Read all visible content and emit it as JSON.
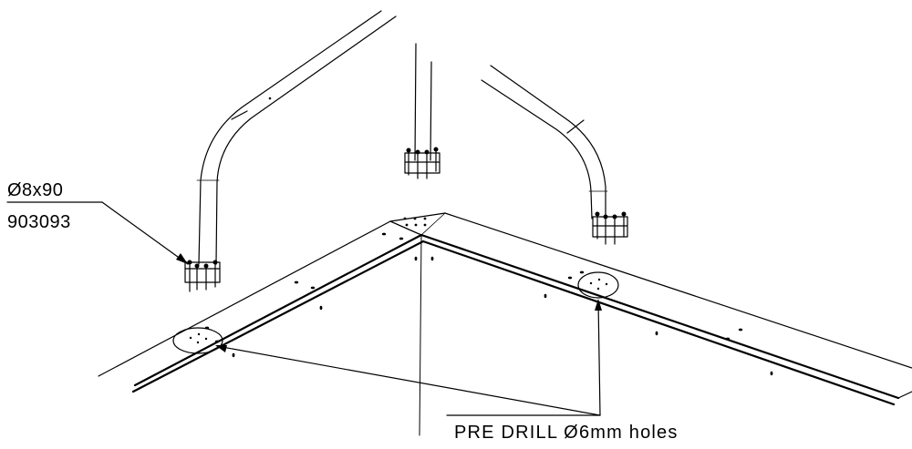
{
  "labels": {
    "size": "Ø8x90",
    "part_number": "903093",
    "note": "PRE DRILL Ø6mm holes"
  },
  "colors": {
    "line": "#000000",
    "background": "#ffffff"
  }
}
